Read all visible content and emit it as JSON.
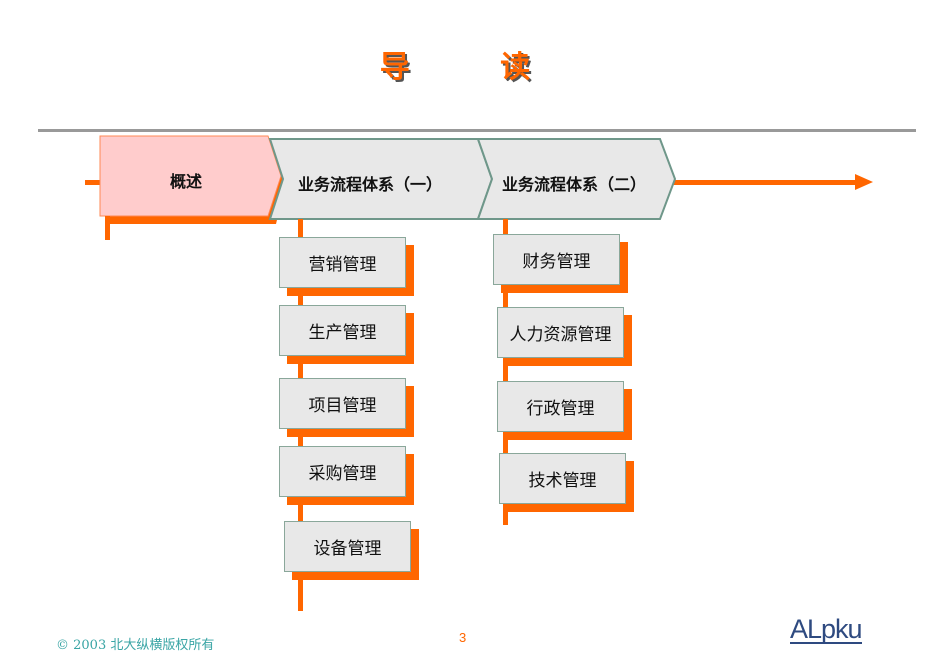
{
  "title": "导 读",
  "chevrons": [
    "概述",
    "业务流程体系（一）",
    "业务流程体系（二）"
  ],
  "group1": [
    "营销管理",
    "生产管理",
    "项目管理",
    "采购管理",
    "设备管理"
  ],
  "group2": [
    "财务管理",
    "人力资源管理",
    "行政管理",
    "技术管理"
  ],
  "footer": {
    "copyright": "© 2003  北大纵横版权所有",
    "page": "3",
    "logo": "ALpku"
  },
  "colors": {
    "accent": "#ff6600",
    "box": "#e8e8e8",
    "overview": "#ffcccc"
  }
}
